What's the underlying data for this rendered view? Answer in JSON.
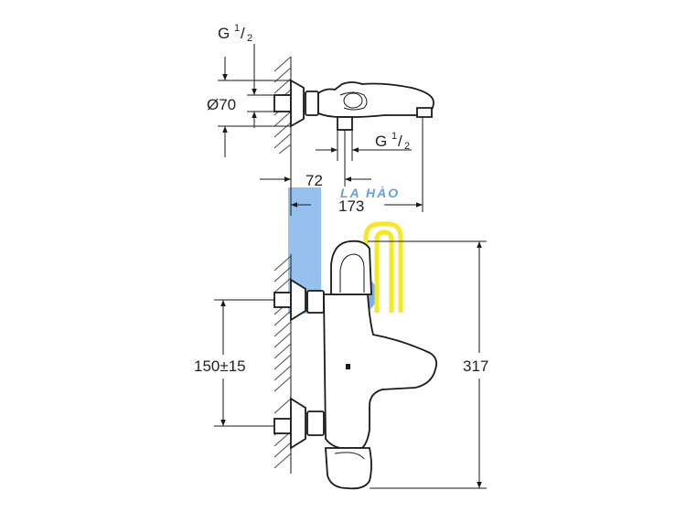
{
  "dimensions": {
    "thread_top": {
      "base": "G",
      "sup": "1",
      "sub": "2"
    },
    "diameter": "Ø70",
    "thread_mid": {
      "base": "G",
      "sup": "1",
      "sub": "2"
    },
    "dim_72": "72",
    "dim_173": "173",
    "dim_150": "150±15",
    "dim_317": "317"
  },
  "watermark": {
    "text": "LA HÀO",
    "blue": "#4a90e2",
    "yellow": "#f5e400"
  },
  "colors": {
    "line": "#1a1a1a",
    "text": "#222222"
  }
}
